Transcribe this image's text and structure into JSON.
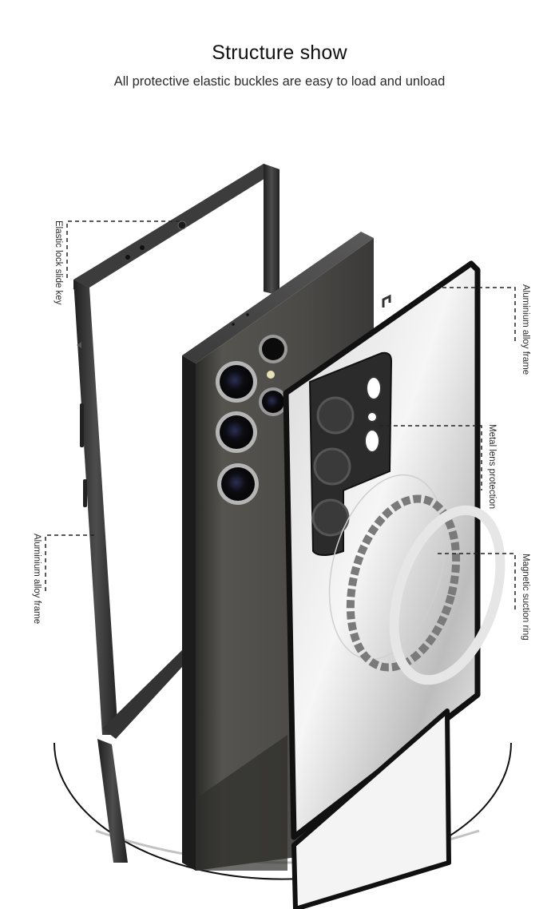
{
  "header": {
    "title": "Structure show",
    "subtitle": "All protective elastic buckles are easy to load and unload"
  },
  "callouts": [
    {
      "id": "elastic-lock",
      "label": "Elastic lock slide key",
      "side": "left"
    },
    {
      "id": "aluminium-frame-left",
      "label": "Aluminium alloy frame",
      "side": "left"
    },
    {
      "id": "aluminium-frame-right",
      "label": "Aluminium alloy frame",
      "side": "right"
    },
    {
      "id": "metal-lens",
      "label": "Metal lens protection",
      "side": "right"
    },
    {
      "id": "magnetic-ring",
      "label": "Magnetic suction ring",
      "side": "right"
    }
  ],
  "colors": {
    "frame": "#2b2b2b",
    "phone_body": "#4a4947",
    "lens_ring": "#b9b9b9",
    "dash": "#222222",
    "background": "#ffffff"
  }
}
